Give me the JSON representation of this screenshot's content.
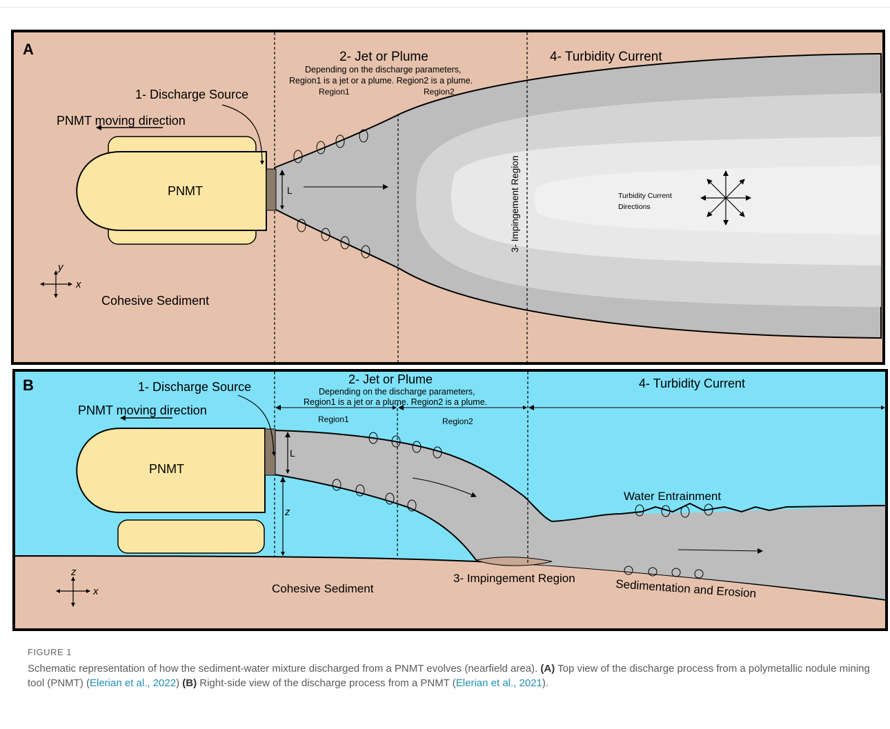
{
  "panel_a": {
    "label": "A",
    "discharge_source": "1- Discharge Source",
    "moving_direction": "PNMT moving direction",
    "pnmt": "PNMT",
    "length_label": "L",
    "jet_plume_title": "2- Jet or Plume",
    "jet_plume_desc_1": "Depending on the discharge parameters,",
    "jet_plume_desc_2": "Region1 is a jet or a plume. Region2 is a plume.",
    "region1": "Region1",
    "region2": "Region2",
    "impingement": "3- Impingement Region",
    "turbidity_title": "4- Turbidity Current",
    "turbidity_dir_1": "Turbidity Current",
    "turbidity_dir_2": "Directions",
    "axis_y": "y",
    "axis_x": "x",
    "sediment": "Cohesive Sediment"
  },
  "panel_b": {
    "label": "B",
    "discharge_source": "1- Discharge Source",
    "moving_direction": "PNMT moving direction",
    "pnmt": "PNMT",
    "length_label": "L",
    "height_label": "z",
    "jet_plume_title": "2- Jet or Plume",
    "jet_plume_desc_1": "Depending on the discharge parameters,",
    "jet_plume_desc_2": "Region1 is a jet or a plume. Region2 is a plume.",
    "region1": "Region1",
    "region2": "Region2",
    "turbidity_title": "4- Turbidity Current",
    "water_entrainment": "Water Entrainment",
    "impingement": "3- Impingement Region",
    "sedimentation": "Sedimentation and Erosion",
    "axis_z": "z",
    "axis_x": "x",
    "sediment": "Cohesive Sediment"
  },
  "caption": {
    "figure_label": "FIGURE 1",
    "part_1": "Schematic representation of how the sediment-water mixture discharged from a PNMT evolves (nearfield area). ",
    "a_label": "(A)",
    "part_2": " Top view of the discharge process from a polymetallic nodule mining tool (PNMT) (",
    "cite_1": "Elerian et al., 2022",
    "part_3": ") ",
    "b_label": "(B)",
    "part_4": " Right-side view of the discharge process from a PNMT (",
    "cite_2": "Elerian et al., 2021",
    "part_5": ")."
  },
  "colors": {
    "sediment": "#e6c2ad",
    "water": "#7fe1f7",
    "vehicle": "#fbe7a3",
    "plume_outer": "#bdbdbd",
    "plume_mid": "#d4d4d4",
    "plume_inner": "#e8e8e8",
    "nozzle": "#8b7b6b",
    "citation": "#1e8fb5"
  }
}
